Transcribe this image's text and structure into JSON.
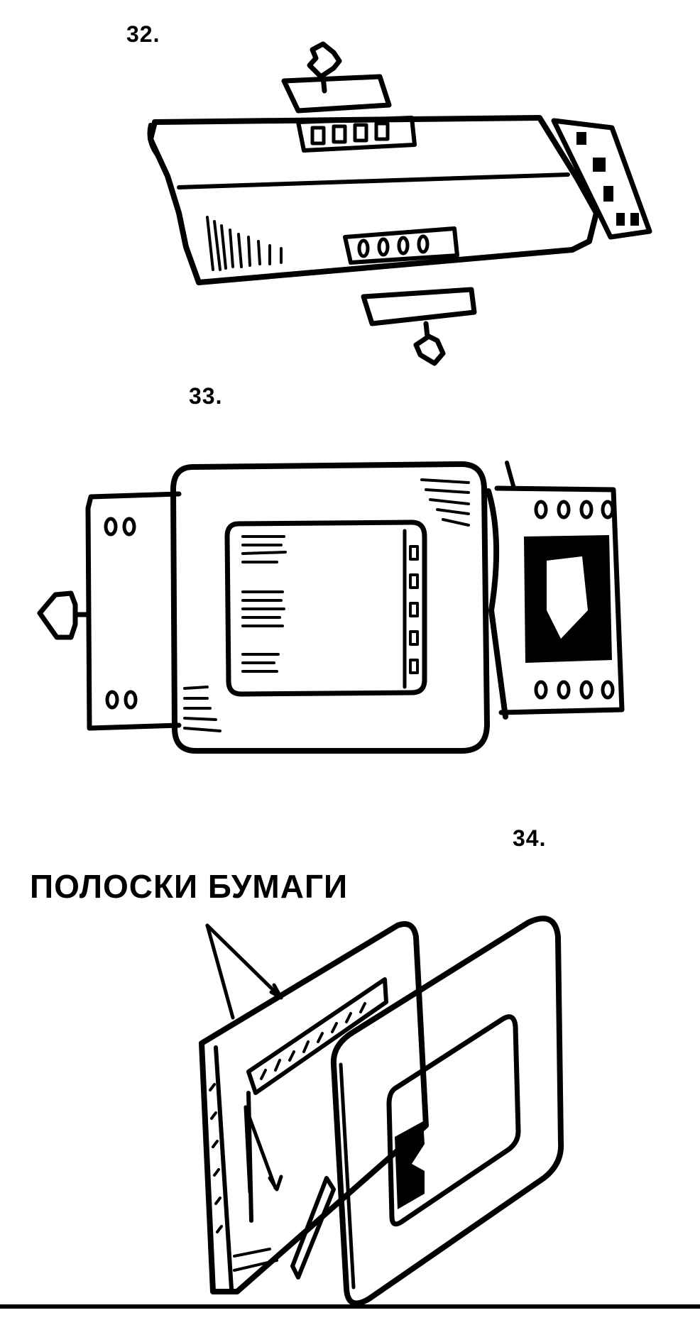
{
  "figures": [
    {
      "number": "32."
    },
    {
      "number": "33."
    },
    {
      "number": "34.",
      "label": "ПОЛОСКИ БУМАГИ"
    }
  ]
}
